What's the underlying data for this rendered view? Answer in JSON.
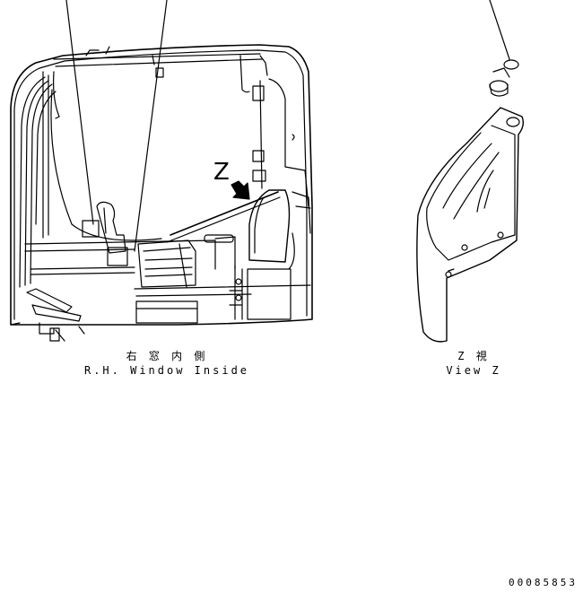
{
  "left_view": {
    "caption_jp": "右 窓 内 側",
    "caption_en": "R.H. Window Inside",
    "view_marker": "Z"
  },
  "right_view": {
    "caption_jp": "Z 視",
    "caption_en": "View Z"
  },
  "document_number": "00085853"
}
